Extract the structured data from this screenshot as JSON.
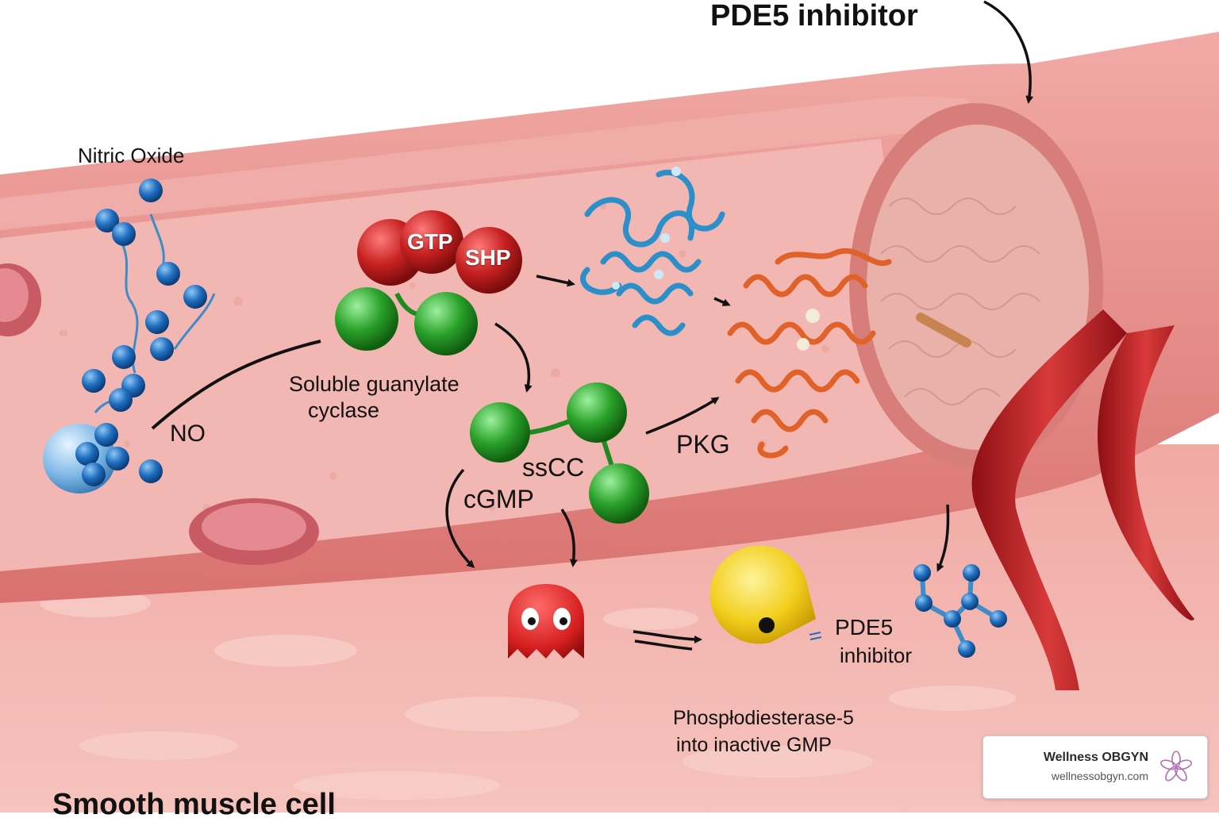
{
  "labels": {
    "pde5_inhibitor_top": "PDE5 inhibitor",
    "nitric_oxide": "Nitric Oxide",
    "no": "NO",
    "gtp": "GTP",
    "shp": "SHP",
    "soluble_guanylate": "Soluble guanylate",
    "cyclase": "cyclase",
    "sscc": "ssCC",
    "cgmp": "cGMP",
    "pkg": "PKG",
    "pde5": "PDE5",
    "inhibitor": "inhibitor",
    "phosphodiesterase": "Phospłodiesterase-5",
    "into_inactive": "into inactive GMP",
    "smooth_muscle": "Smooth muscle cell"
  },
  "logo": {
    "name": "Wellness OBGYN",
    "url": "wellnessobgyn.com"
  },
  "colors": {
    "vessel_wall": "#e58d8a",
    "lumen": "#f2b7b2",
    "no_molecule": "#1f6fc0",
    "gtp_ball": "#c82222",
    "cgmp_ball": "#2aa12a",
    "protein_blue": "#2b8fc9",
    "protein_orange": "#e0622a",
    "pacman": "#f2cf1e",
    "ghost": "#d61f1f",
    "logo_flower": "#b06fb5"
  }
}
